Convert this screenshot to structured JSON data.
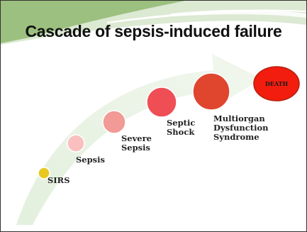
{
  "title": "Cascade of sepsis-induced failure",
  "stages": [
    {
      "id": "sirs",
      "label": "SIRS",
      "color": "#e8c81e"
    },
    {
      "id": "sepsis",
      "label": "Sepsis",
      "color": "#f9c0bf"
    },
    {
      "id": "severe-sepsis",
      "label": "Severe\nSepsis",
      "color": "#f19a96"
    },
    {
      "id": "septic-shock",
      "label": "Septic\nShock",
      "color": "#ef4e55"
    },
    {
      "id": "multiorgan",
      "label": "Multiorgan\nDysfunction\nSyndrome",
      "color": "#e0452e"
    }
  ],
  "end_stage": {
    "label": "DEATH",
    "color": "#f21d0e",
    "outline": "#b3200f"
  },
  "colors": {
    "arrow_body": "#e3f0dd",
    "arrow_body_light": "#f1f7ee",
    "header_green": "#9cc07f",
    "header_band": "#dce9d3"
  }
}
